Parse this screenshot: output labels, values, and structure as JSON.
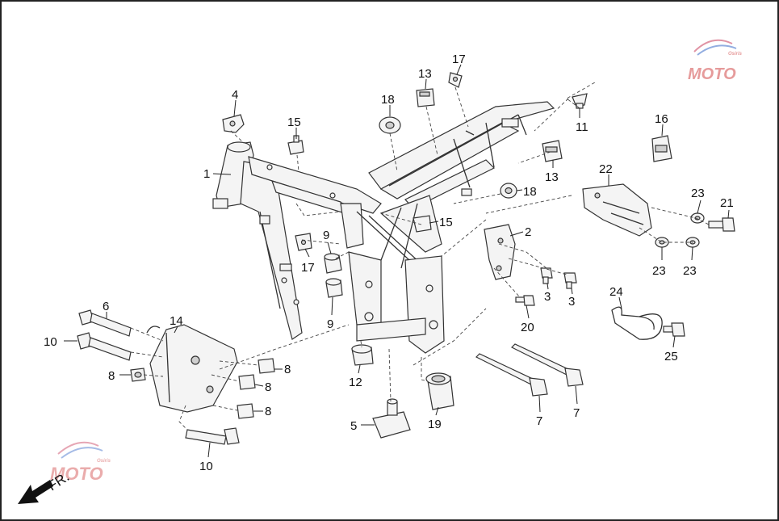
{
  "diagram": {
    "watermark": {
      "text_main": "MOTO",
      "text_small": "Osiris"
    },
    "direction_label": "FR.",
    "callouts": [
      {
        "id": "c1",
        "label": "1"
      },
      {
        "id": "c2",
        "label": "2"
      },
      {
        "id": "c3a",
        "label": "3"
      },
      {
        "id": "c3b",
        "label": "3"
      },
      {
        "id": "c4",
        "label": "4"
      },
      {
        "id": "c5",
        "label": "5"
      },
      {
        "id": "c6",
        "label": "6"
      },
      {
        "id": "c7a",
        "label": "7"
      },
      {
        "id": "c7b",
        "label": "7"
      },
      {
        "id": "c8a",
        "label": "8"
      },
      {
        "id": "c8b",
        "label": "8"
      },
      {
        "id": "c8c",
        "label": "8"
      },
      {
        "id": "c8d",
        "label": "8"
      },
      {
        "id": "c9a",
        "label": "9"
      },
      {
        "id": "c9b",
        "label": "9"
      },
      {
        "id": "c10a",
        "label": "10"
      },
      {
        "id": "c10b",
        "label": "10"
      },
      {
        "id": "c11",
        "label": "11"
      },
      {
        "id": "c12",
        "label": "12"
      },
      {
        "id": "c13a",
        "label": "13"
      },
      {
        "id": "c13b",
        "label": "13"
      },
      {
        "id": "c14",
        "label": "14"
      },
      {
        "id": "c15a",
        "label": "15"
      },
      {
        "id": "c15b",
        "label": "15"
      },
      {
        "id": "c16",
        "label": "16"
      },
      {
        "id": "c17a",
        "label": "17"
      },
      {
        "id": "c17b",
        "label": "17"
      },
      {
        "id": "c18a",
        "label": "18"
      },
      {
        "id": "c18b",
        "label": "18"
      },
      {
        "id": "c19",
        "label": "19"
      },
      {
        "id": "c20",
        "label": "20"
      },
      {
        "id": "c21",
        "label": "21"
      },
      {
        "id": "c22",
        "label": "22"
      },
      {
        "id": "c23a",
        "label": "23"
      },
      {
        "id": "c23b",
        "label": "23"
      },
      {
        "id": "c23c",
        "label": "23"
      },
      {
        "id": "c24",
        "label": "24"
      },
      {
        "id": "c25",
        "label": "25"
      }
    ]
  }
}
